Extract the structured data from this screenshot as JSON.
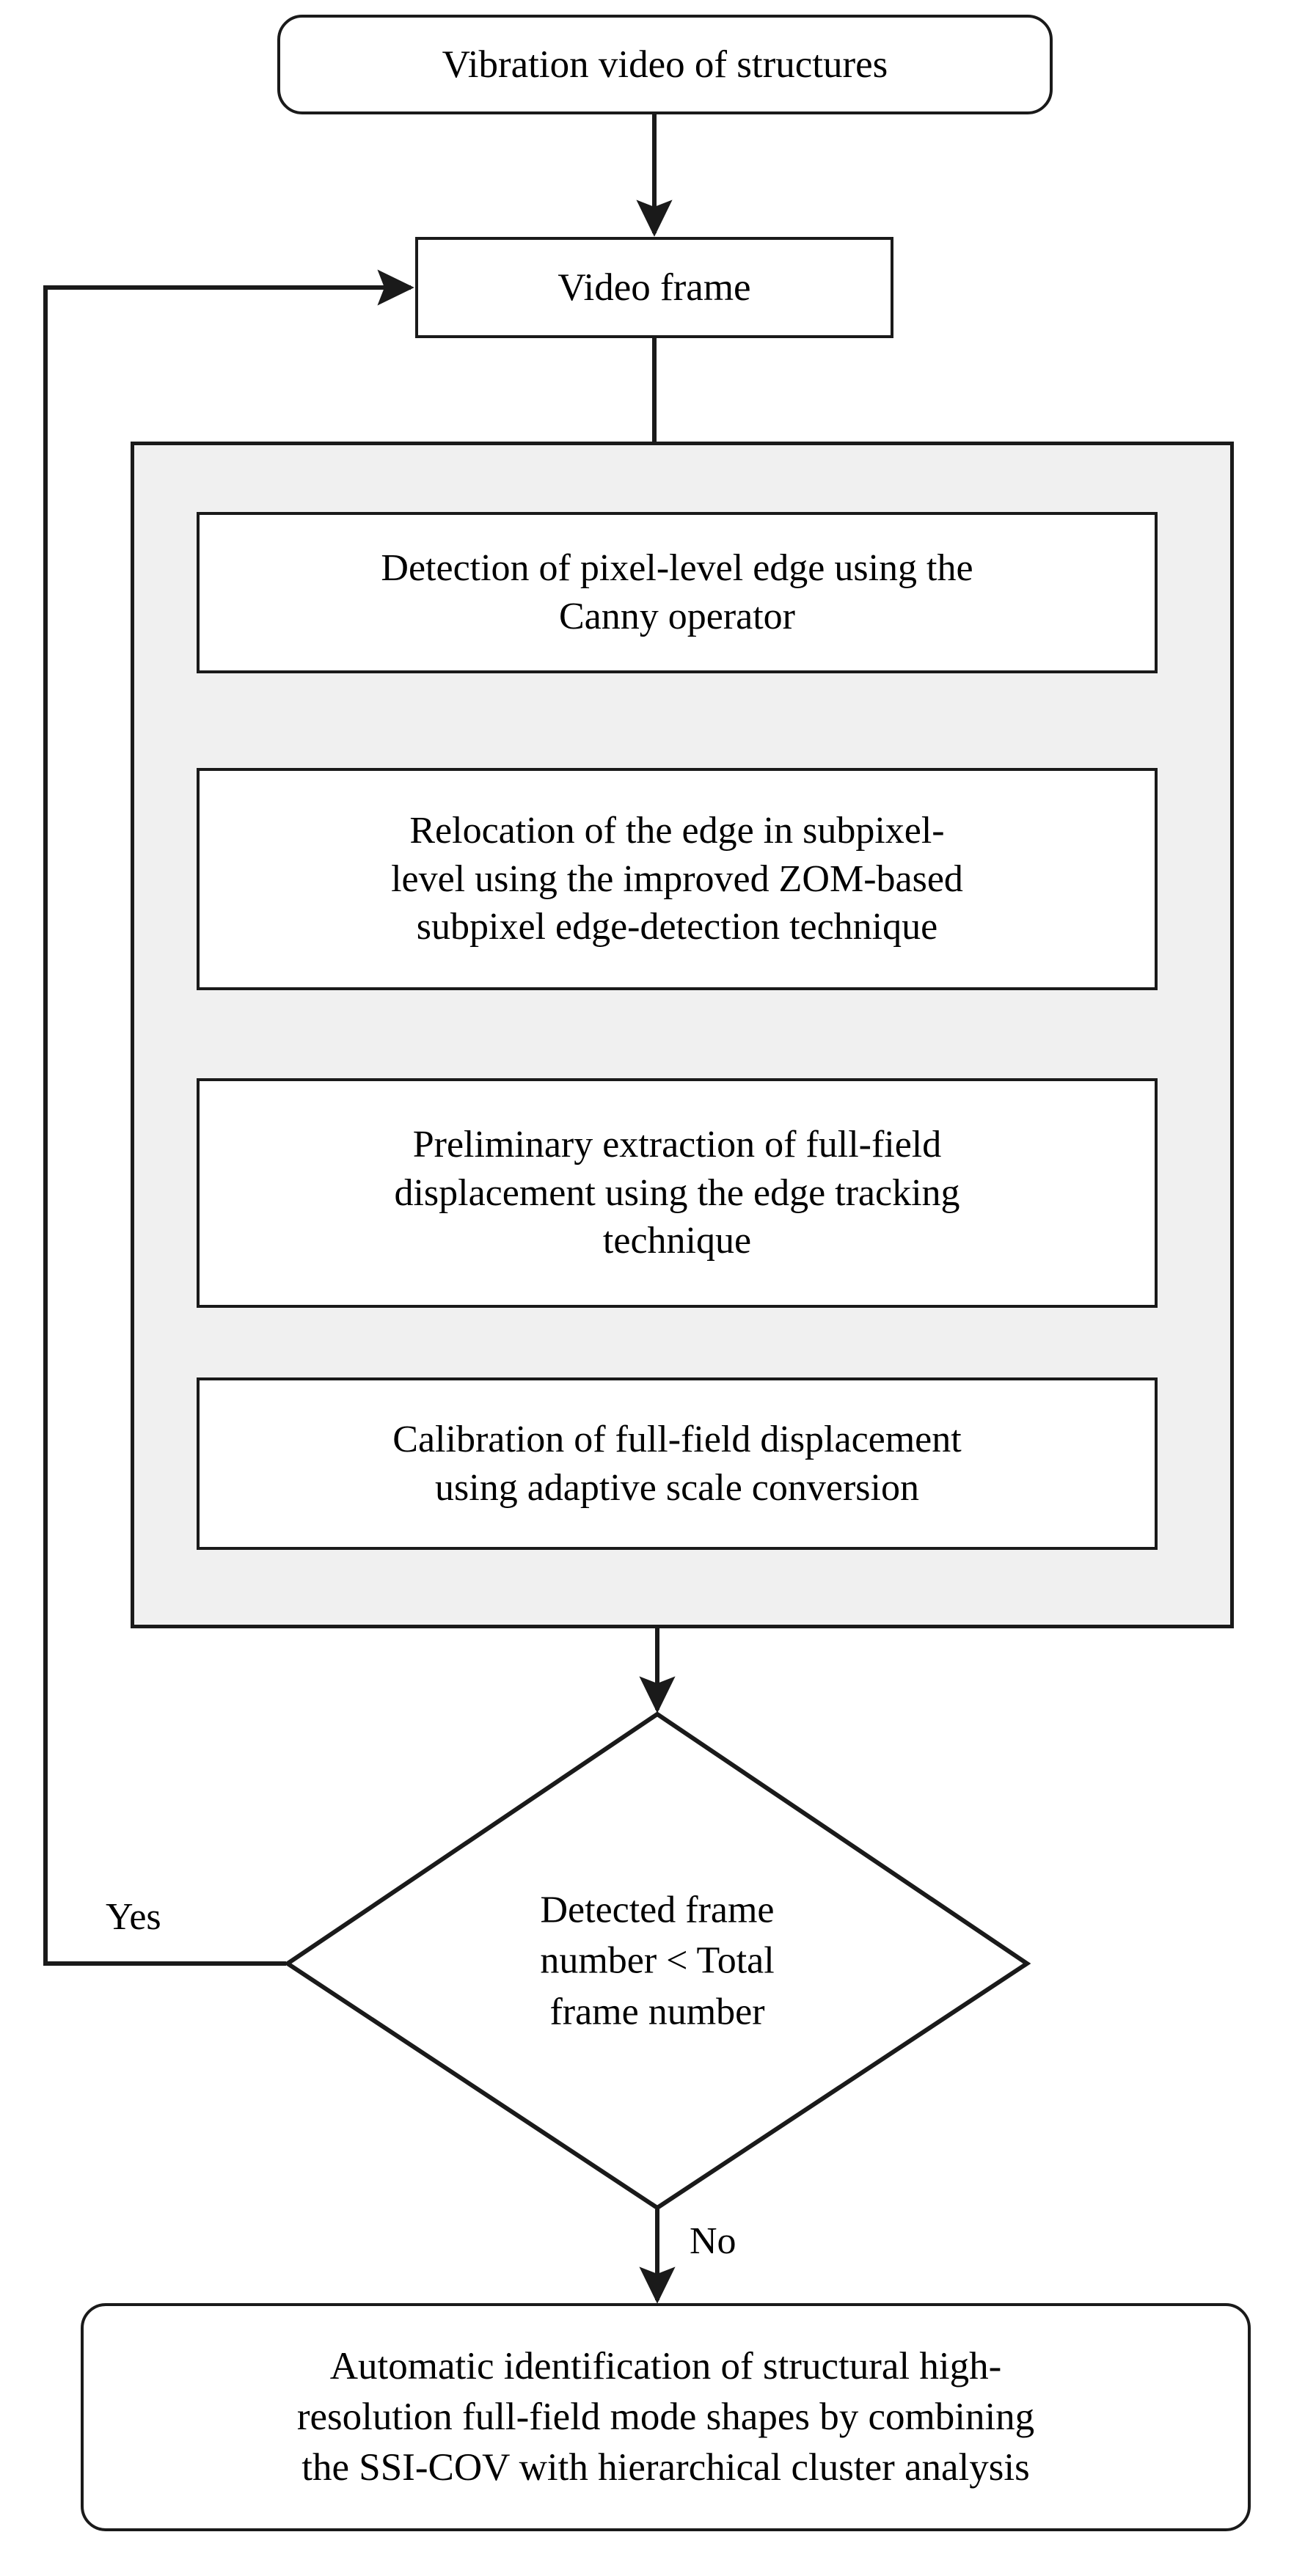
{
  "diagram": {
    "title": "Vibration video structural full-field mode shape identification flowchart",
    "colors": {
      "stroke": "#1a1a1a",
      "panel_fill": "#f0f0f0",
      "node_fill": "#ffffff",
      "text": "#000000",
      "background": "#ffffff"
    },
    "nodes": {
      "start": {
        "shape": "terminal-rounded",
        "text": "Vibration video of structures"
      },
      "video_frame": {
        "shape": "process",
        "text": "Video frame"
      },
      "canny": {
        "shape": "process",
        "text": "Detection of pixel-level edge using the\nCanny operator"
      },
      "relocation": {
        "shape": "process",
        "text": "Relocation of the edge in subpixel-\nlevel using the improved ZOM-based\nsubpixel edge-detection technique"
      },
      "preliminary": {
        "shape": "process",
        "text": "Preliminary extraction of full-field\ndisplacement using the edge tracking\ntechnique"
      },
      "calibration": {
        "shape": "process",
        "text": "Calibration of full-field displacement\nusing adaptive scale conversion"
      },
      "decision": {
        "shape": "diamond",
        "text": "Detected frame\nnumber < Total\nframe number"
      },
      "end": {
        "shape": "terminal-rounded",
        "text": "Automatic identification of structural high-\nresolution full-field mode shapes by combining\nthe SSI-COV with hierarchical cluster analysis"
      }
    },
    "edge_labels": {
      "yes": "Yes",
      "no": "No"
    },
    "edges": [
      {
        "from": "start",
        "to": "video_frame",
        "label": ""
      },
      {
        "from": "video_frame",
        "to": "canny",
        "label": ""
      },
      {
        "from": "canny",
        "to": "relocation",
        "label": ""
      },
      {
        "from": "relocation",
        "to": "preliminary",
        "label": ""
      },
      {
        "from": "preliminary",
        "to": "calibration",
        "label": ""
      },
      {
        "from": "calibration",
        "to": "decision",
        "label": ""
      },
      {
        "from": "decision",
        "to": "video_frame",
        "label": "Yes"
      },
      {
        "from": "decision",
        "to": "end",
        "label": "No"
      }
    ]
  }
}
